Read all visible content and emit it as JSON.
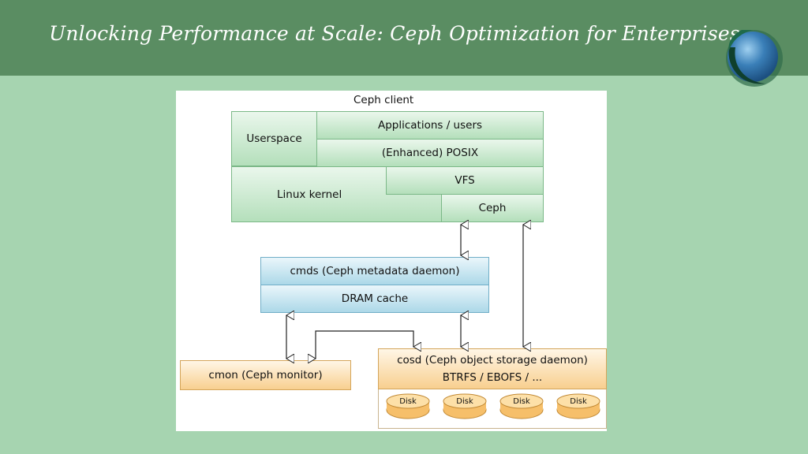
{
  "slide": {
    "title": "Unlocking Performance at Scale: Ceph Optimization for Enterprises"
  },
  "diagram": {
    "client_label": "Ceph client",
    "userspace": "Userspace",
    "applications": "Applications / users",
    "posix": "(Enhanced) POSIX",
    "linux_kernel": "Linux kernel",
    "vfs": "VFS",
    "ceph": "Ceph",
    "cmds": "cmds (Ceph metadata daemon)",
    "dram": "DRAM cache",
    "cmon": "cmon (Ceph monitor)",
    "cosd": "cosd (Ceph object storage daemon)",
    "btrfs": "BTRFS / EBOFS / ...",
    "disks": [
      "Disk",
      "Disk",
      "Disk",
      "Disk"
    ]
  },
  "colors": {
    "header": "#5a8d62",
    "background": "#a6d4b0",
    "client_green": "#b4dfbb",
    "metadata_blue": "#acd8e8",
    "storage_orange": "#f8cf8f"
  }
}
